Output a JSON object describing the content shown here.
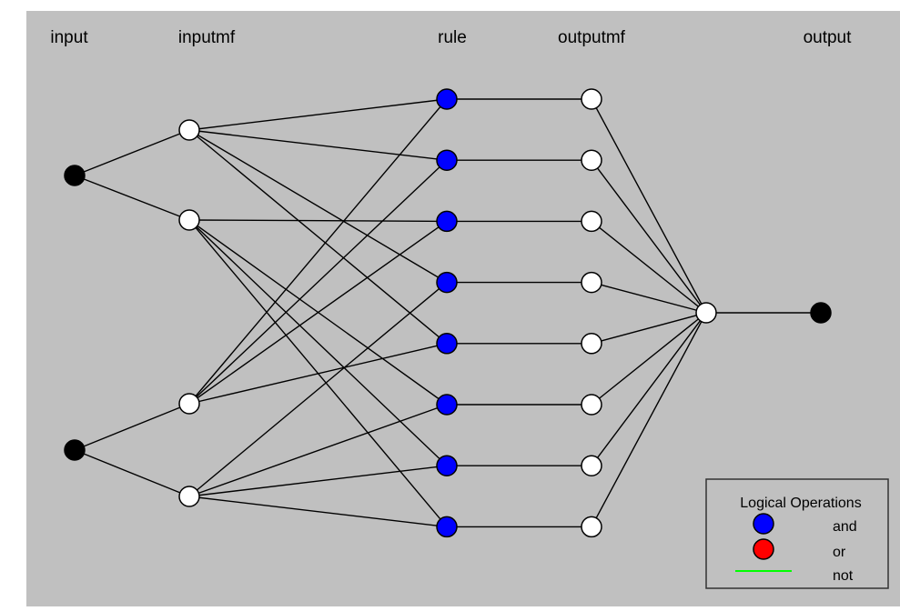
{
  "layers": [
    {
      "id": "input",
      "label": "input"
    },
    {
      "id": "inputmf",
      "label": "inputmf"
    },
    {
      "id": "rule",
      "label": "rule"
    },
    {
      "id": "outputmf",
      "label": "outputmf"
    },
    {
      "id": "output",
      "label": "output"
    }
  ],
  "network": {
    "inputs": 2,
    "input_mfs": [
      2,
      2
    ],
    "rules": [
      {
        "antecedents": [
          0,
          0
        ],
        "operation": "and"
      },
      {
        "antecedents": [
          0,
          0
        ],
        "operation": "and"
      },
      {
        "antecedents": [
          1,
          0
        ],
        "operation": "and"
      },
      {
        "antecedents": [
          0,
          1
        ],
        "operation": "and"
      },
      {
        "antecedents": [
          0,
          0
        ],
        "operation": "and"
      },
      {
        "antecedents": [
          1,
          1
        ],
        "operation": "and"
      },
      {
        "antecedents": [
          1,
          1
        ],
        "operation": "and"
      },
      {
        "antecedents": [
          1,
          1
        ],
        "operation": "and"
      }
    ],
    "outputs": 1
  },
  "legend": {
    "title": "Logical Operations",
    "items": [
      {
        "label": "and",
        "color": "#0000ff",
        "marker": "circle"
      },
      {
        "label": "or",
        "color": "#ff0000",
        "marker": "circle"
      },
      {
        "label": "not",
        "color": "#00ff00",
        "marker": "line"
      }
    ]
  },
  "colors": {
    "background": "#c0c0c0",
    "input_node": "#000000",
    "output_node": "#000000",
    "mf_node": "#ffffff",
    "rule_and": "#0000ff",
    "edge": "#000000"
  }
}
